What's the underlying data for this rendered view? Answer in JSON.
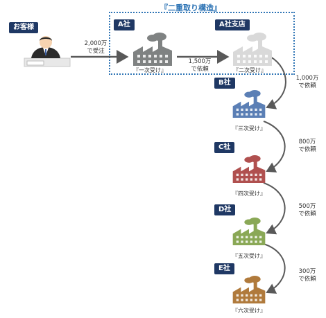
{
  "title": "『二重取り構造』",
  "customer": {
    "label": "お客様"
  },
  "companies": [
    {
      "label": "A社",
      "caption": "『一次受け』",
      "color": "#7f8282"
    },
    {
      "label": "A社支店",
      "caption": "『二次受け』",
      "color": "#d9d9d9"
    },
    {
      "label": "B社",
      "caption": "『三次受け』",
      "color": "#5b7fb5"
    },
    {
      "label": "C社",
      "caption": "『四次受け』",
      "color": "#b0504f"
    },
    {
      "label": "D社",
      "caption": "『五次受け』",
      "color": "#8aa856"
    },
    {
      "label": "E社",
      "caption": "『六次受け』",
      "color": "#b07a3c"
    }
  ],
  "amounts": [
    {
      "line1": "2,000万",
      "line2": "で受注"
    },
    {
      "line1": "1,500万",
      "line2": "で依頼"
    },
    {
      "line1": "1,000万",
      "line2": "で依頼"
    },
    {
      "line1": "800万",
      "line2": "で依頼"
    },
    {
      "line1": "500万",
      "line2": "で依頼"
    },
    {
      "line1": "300万",
      "line2": "で依頼"
    }
  ]
}
